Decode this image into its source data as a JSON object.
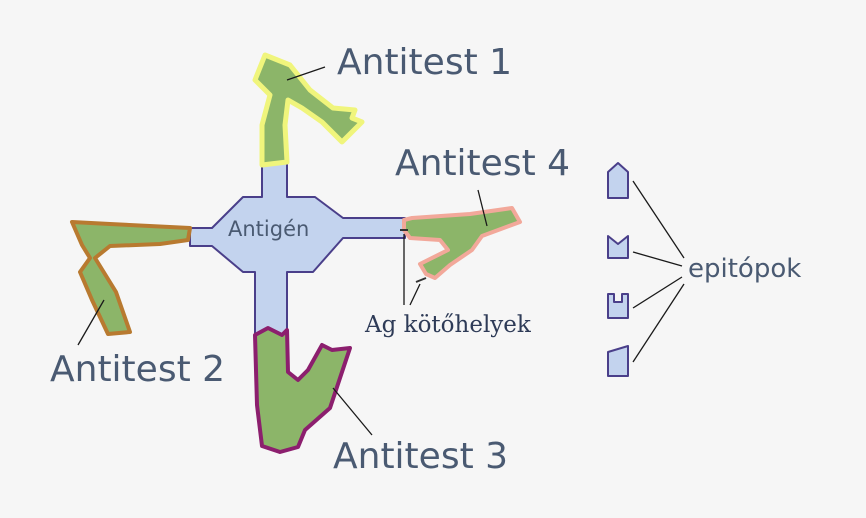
{
  "labels": {
    "antigen": "Antigén",
    "antibody_1": "Antitest 1",
    "antibody_2": "Antitest 2",
    "antibody_3": "Antitest 3",
    "antibody_4": "Antitest 4",
    "binding_sites": "Ag kötőhelyek",
    "epitopes": "epitópok"
  },
  "colors": {
    "background": "#f6f6f6",
    "antigen_fill": "#c3d3ee",
    "antigen_stroke": "#4a3f8a",
    "antibody_fill": "#8cb569",
    "antibody_1_outline": "#f0f57c",
    "antibody_2_outline": "#b87a30",
    "antibody_3_outline": "#8c1f6e",
    "antibody_4_outline": "#f2a89a",
    "text": "#4a5a72"
  }
}
